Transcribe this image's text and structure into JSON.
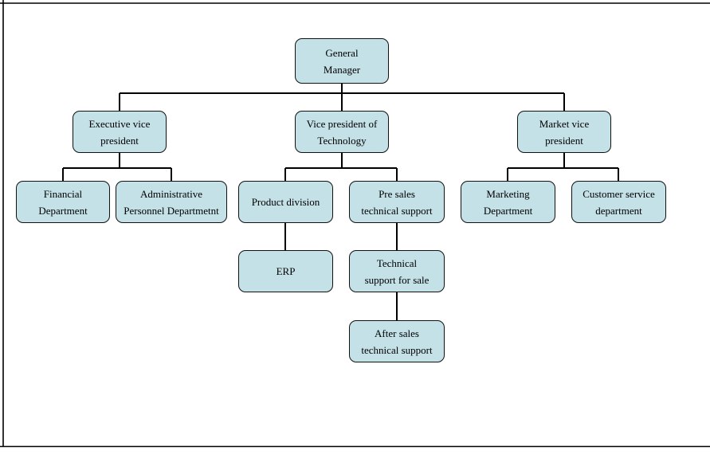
{
  "page": {
    "background": "#ffffff",
    "border_color": "#000000"
  },
  "chart": {
    "type": "org-chart",
    "node_fill": "#c3e1e7",
    "node_border": "#111111",
    "connector_color": "#000000",
    "nodes": {
      "general_manager": {
        "label": "General\nManager"
      },
      "executive_vice_president": {
        "label": "Executive vice\npresident"
      },
      "vp_technology": {
        "label": "Vice president of\nTechnology"
      },
      "market_vice_president": {
        "label": "Market vice\npresident"
      },
      "financial_department": {
        "label": "Financial\nDepartment"
      },
      "admin_personnel_department": {
        "label": "Administrative\nPersonnel Departmetnt"
      },
      "product_division": {
        "label": "Product division"
      },
      "pre_sales_technical_support": {
        "label": "Pre sales\ntechnical support"
      },
      "marketing_department": {
        "label": "Marketing\nDepartment"
      },
      "customer_service_department": {
        "label": "Customer service\ndepartment"
      },
      "erp": {
        "label": "ERP"
      },
      "technical_support_for_sale": {
        "label": "Technical\nsupport for sale"
      },
      "after_sales_technical_support": {
        "label": "After sales\ntechnical support"
      }
    },
    "edges": [
      [
        "general_manager",
        "executive_vice_president"
      ],
      [
        "general_manager",
        "vp_technology"
      ],
      [
        "general_manager",
        "market_vice_president"
      ],
      [
        "executive_vice_president",
        "financial_department"
      ],
      [
        "executive_vice_president",
        "admin_personnel_department"
      ],
      [
        "vp_technology",
        "product_division"
      ],
      [
        "vp_technology",
        "pre_sales_technical_support"
      ],
      [
        "market_vice_president",
        "marketing_department"
      ],
      [
        "market_vice_president",
        "customer_service_department"
      ],
      [
        "product_division",
        "erp"
      ],
      [
        "pre_sales_technical_support",
        "technical_support_for_sale"
      ],
      [
        "technical_support_for_sale",
        "after_sales_technical_support"
      ]
    ]
  }
}
